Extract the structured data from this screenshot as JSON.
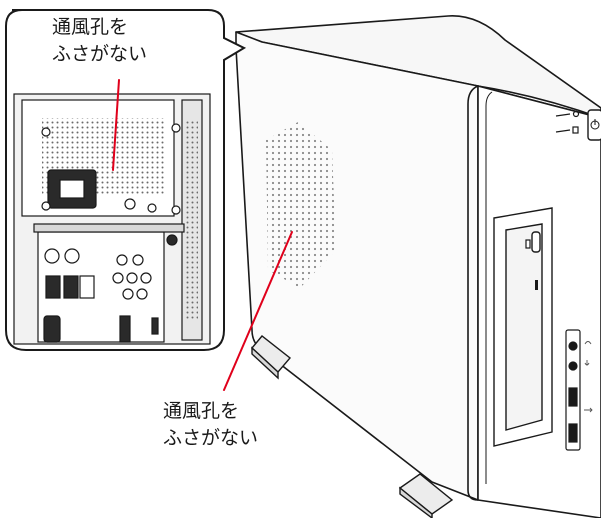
{
  "callouts": {
    "top": {
      "line1": "通風孔を",
      "line2": "ふさがない"
    },
    "bottom": {
      "line1": "通風孔を",
      "line2": "ふさがない"
    }
  },
  "colors": {
    "leader_line": "#e0001b",
    "outline": "#1a1a1a",
    "panel_fill": "#f2f2f2"
  },
  "icons": [
    "power-icon",
    "hdd-led-icon",
    "power-led-icon",
    "headphone-icon",
    "microphone-icon",
    "usb-icon"
  ]
}
